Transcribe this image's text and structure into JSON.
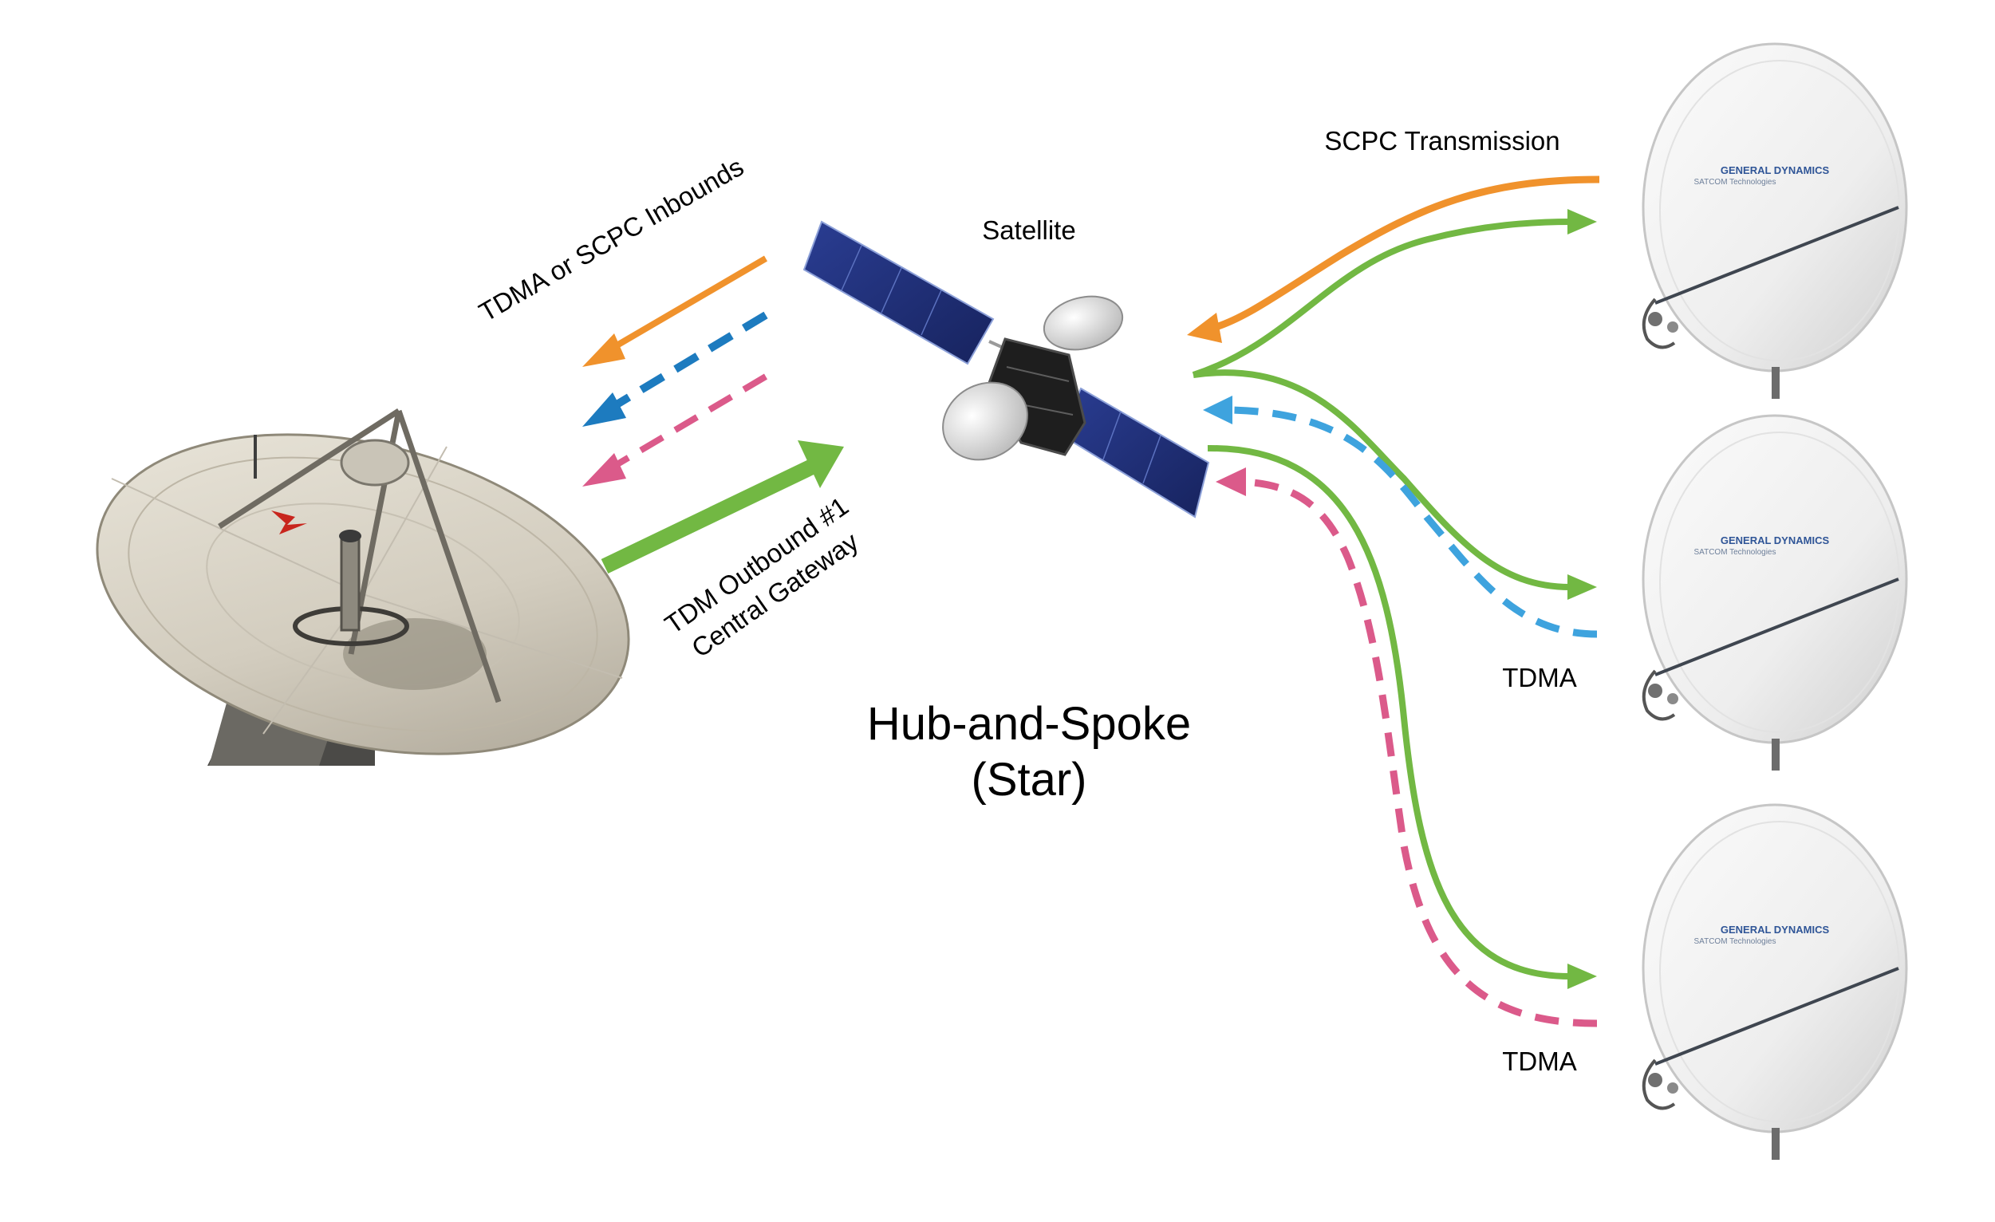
{
  "labels": {
    "satellite": "Satellite",
    "inbounds": "TDMA or SCPC Inbounds",
    "outbound_line1": "TDM Outbound #1",
    "outbound_line2": "Central Gateway",
    "scpc": "SCPC Transmission",
    "tdma_1": "TDMA",
    "tdma_2": "TDMA",
    "title_line1": "Hub-and-Spoke",
    "title_line2": "(Star)"
  },
  "logos": {
    "brand": "GENERAL DYNAMICS",
    "sub": "SATCOM Technologies"
  },
  "colors": {
    "orange": "#f0922c",
    "blue_dark": "#1d7bbf",
    "blue_light": "#3ea3de",
    "pink": "#db5a8a",
    "green": "#72b843",
    "panel": "#1f2f7a",
    "dish": "#d8d3c6"
  },
  "icons": {
    "hub": "hub-dish-antenna-icon",
    "satellite": "satellite-icon",
    "remote": "remote-vsat-dish-icon"
  }
}
